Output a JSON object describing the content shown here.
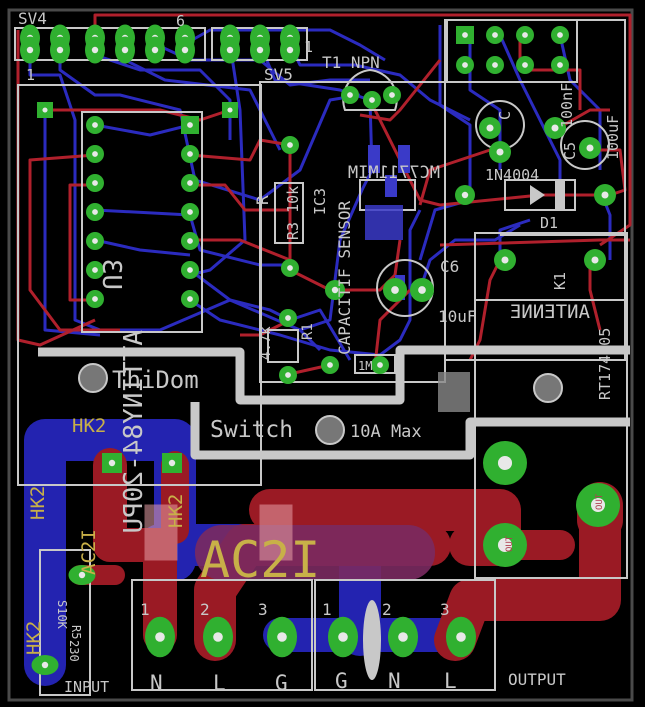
{
  "colors": {
    "background": "#000000",
    "top_copper": "#b01e2a",
    "bottom_copper": "#2323b0",
    "pad": "#30b030",
    "silk": "#c8c8c8",
    "doc": "#d2b040",
    "tplace": "#e8a0a8"
  },
  "silk": {
    "sv4": "SV4",
    "sv4_pin1": "1",
    "sv4_pin6": "6",
    "sv5": "SV5",
    "sv5_pin1": "1",
    "t1": "T1 NPN",
    "u3_part": "ATTINY84-20PU",
    "u3_name": "U3",
    "r": "R",
    "r3": "R3 10k",
    "ic3": "IC3",
    "cap_sensor": "CAPACITIF SENSOR",
    "ic3_part": "MC7711MIM",
    "diode_part": "1N4004",
    "d1": "D1",
    "c6": "C6",
    "c6_val": "10uF",
    "c5_val": "100uF",
    "c5": "C5",
    "c_label": "C",
    "c_val": "100nF",
    "k1": "K1",
    "relay_part": "RT174005",
    "antenna": "ANTENNE",
    "r1": "R1",
    "r1_val": "4.7k",
    "r_sens": "1M",
    "thidom": "ThiDom",
    "switch": "Switch",
    "max10a": "10A Max",
    "hk2_a": "HK2",
    "hk2_b": "HK2",
    "hk2_c": "HK2",
    "hk2_d": "HK2",
    "ac2i_small": "AC2I",
    "ac2i_big": "AC2I",
    "s10k": "S10K",
    "s230": "230",
    "r5": "R5",
    "input": "INPUT",
    "output": "OUTPUT",
    "out_pad1": "OUT",
    "out_pad2": "OUT",
    "in_pins": [
      "1",
      "2",
      "3"
    ],
    "in_labels": [
      "N",
      "L",
      "G"
    ],
    "out_pins": [
      "1",
      "2",
      "3"
    ],
    "out_labels": [
      "G",
      "N",
      "L"
    ]
  }
}
